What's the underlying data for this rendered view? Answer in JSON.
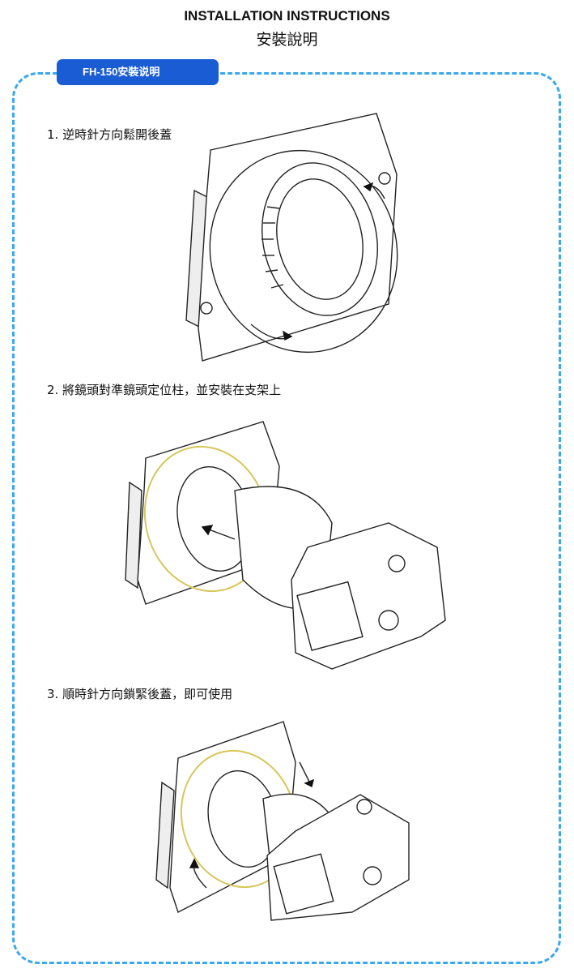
{
  "header": {
    "title": "INSTALLATION INSTRUCTIONS",
    "subtitle": "安裝說明"
  },
  "section": {
    "tab_label": "FH-150安裝说明"
  },
  "steps": [
    {
      "label": "1. 逆時針方向鬆開後蓋"
    },
    {
      "label": "2. 將鏡頭對準鏡頭定位柱，並安裝在支架上"
    },
    {
      "label": "3. 順時針方向鎖緊後蓋，即可使用"
    }
  ],
  "colors": {
    "accent": "#1a5cd3",
    "frame": "#3aa8ee"
  }
}
